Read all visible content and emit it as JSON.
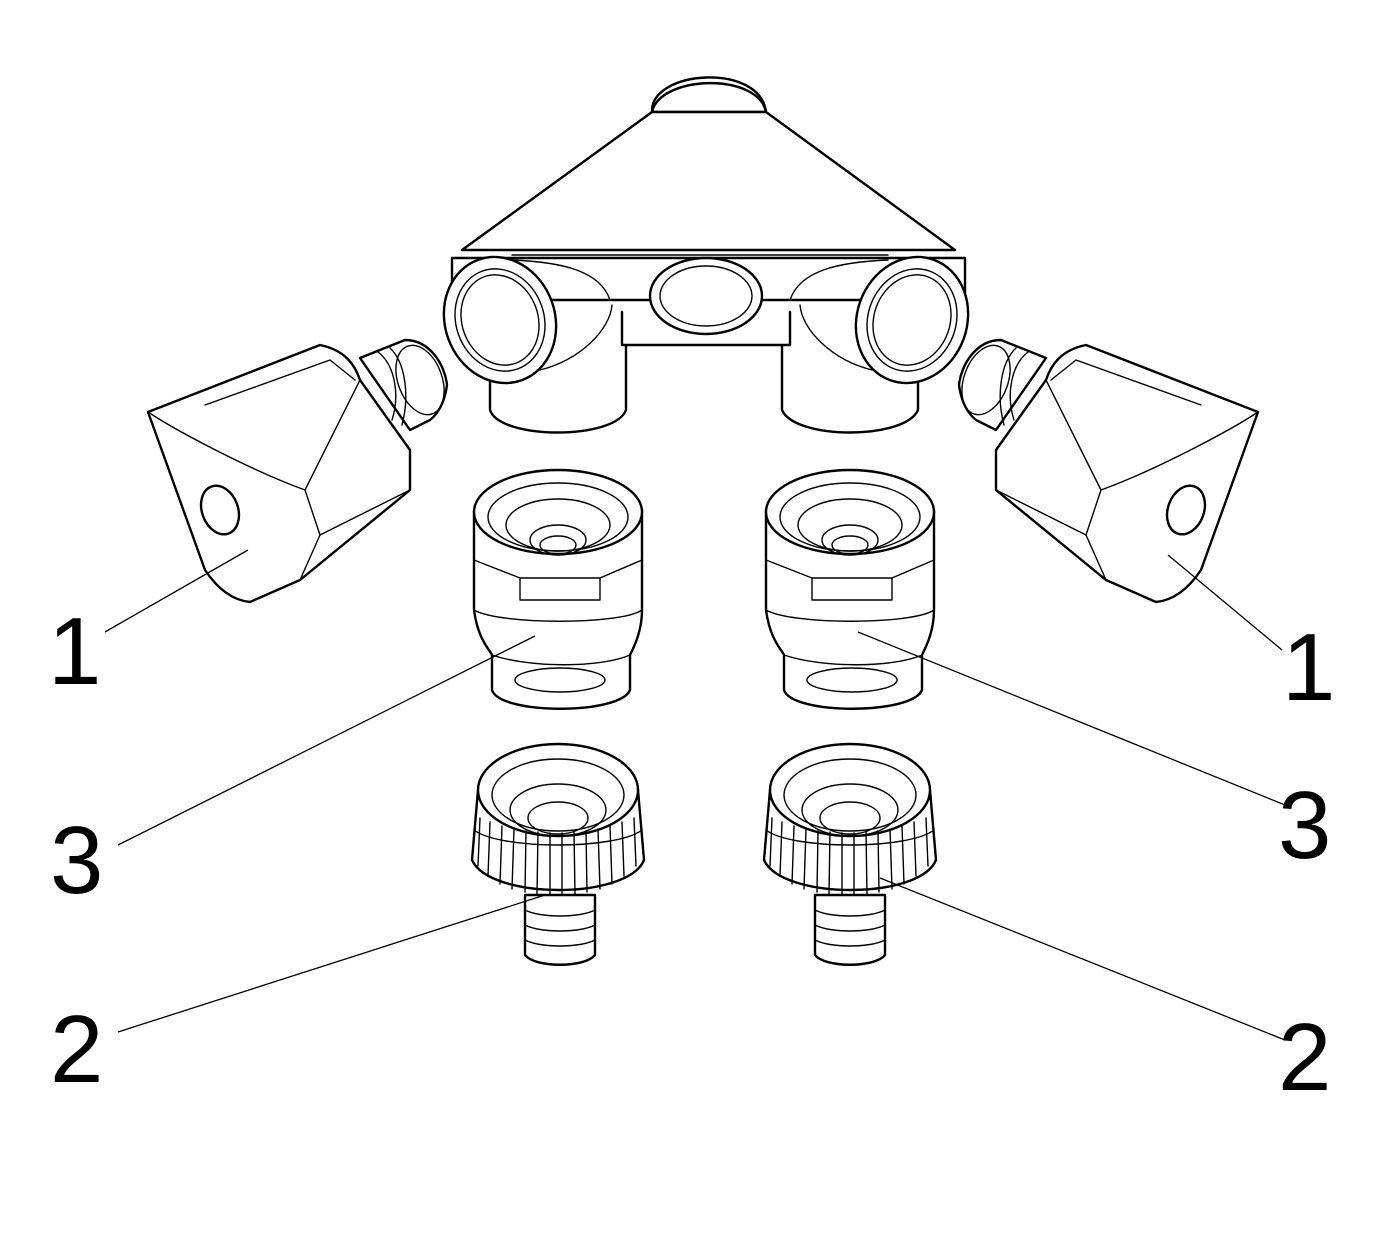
{
  "diagram": {
    "callouts": [
      {
        "id": "left-nozzle",
        "label": "1"
      },
      {
        "id": "right-nozzle",
        "label": "1"
      },
      {
        "id": "left-coupling",
        "label": "3"
      },
      {
        "id": "right-coupling",
        "label": "3"
      },
      {
        "id": "left-hose-nut",
        "label": "2"
      },
      {
        "id": "right-hose-nut",
        "label": "2"
      }
    ]
  }
}
